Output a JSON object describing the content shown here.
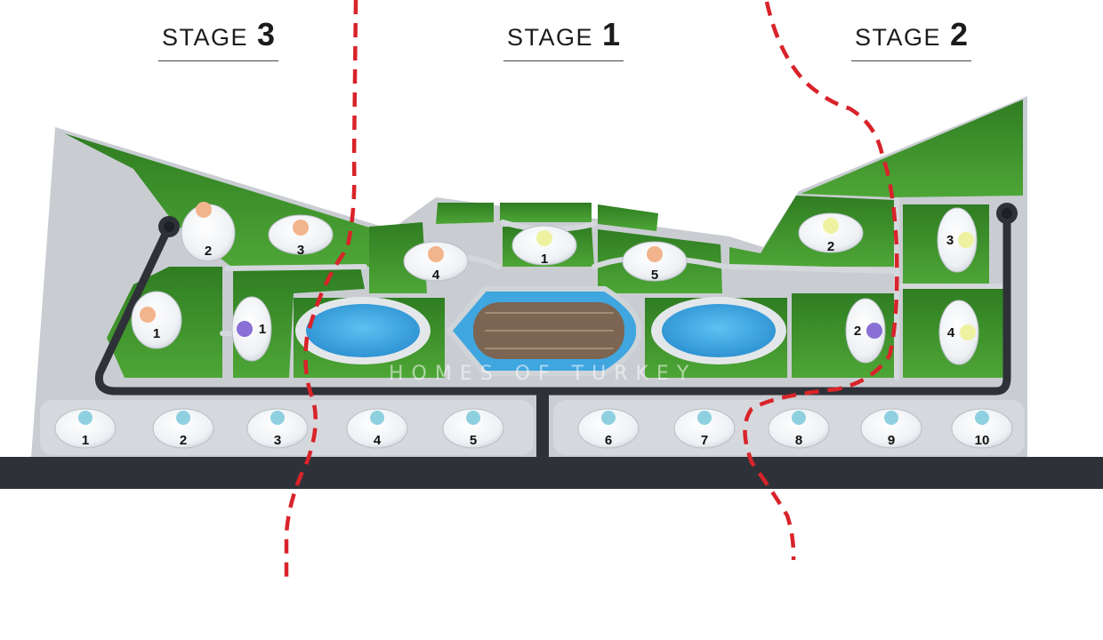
{
  "stages": [
    {
      "word": "STAGE",
      "number": "3"
    },
    {
      "word": "STAGE",
      "number": "1"
    },
    {
      "word": "STAGE",
      "number": "2"
    }
  ],
  "watermark": "HOMES OF TURKEY",
  "colors": {
    "grass": "#3f8f2b",
    "path": "#c9cdd2",
    "road": "#2e3238",
    "pool": "#3fa6e0",
    "boundary": "#d9232a",
    "marker_orange": "#f2b48c",
    "marker_yellow": "#eef2a0",
    "marker_purple": "#8a6fd6",
    "marker_blue": "#8fd0e0"
  },
  "villas": {
    "stage3": [
      {
        "label": "2",
        "marker": "orange"
      },
      {
        "label": "3",
        "marker": "orange"
      },
      {
        "label": "1",
        "marker": "orange"
      },
      {
        "label": "1",
        "marker": "purple"
      }
    ],
    "stage1": [
      {
        "label": "4",
        "marker": "orange"
      },
      {
        "label": "1",
        "marker": "yellow"
      },
      {
        "label": "5",
        "marker": "orange"
      }
    ],
    "stage2": [
      {
        "label": "2",
        "marker": "yellow"
      },
      {
        "label": "3",
        "marker": "yellow"
      },
      {
        "label": "2",
        "marker": "purple"
      },
      {
        "label": "4",
        "marker": "yellow"
      }
    ],
    "bottom_row": [
      "1",
      "2",
      "3",
      "4",
      "5",
      "6",
      "7",
      "8",
      "9",
      "10"
    ]
  }
}
